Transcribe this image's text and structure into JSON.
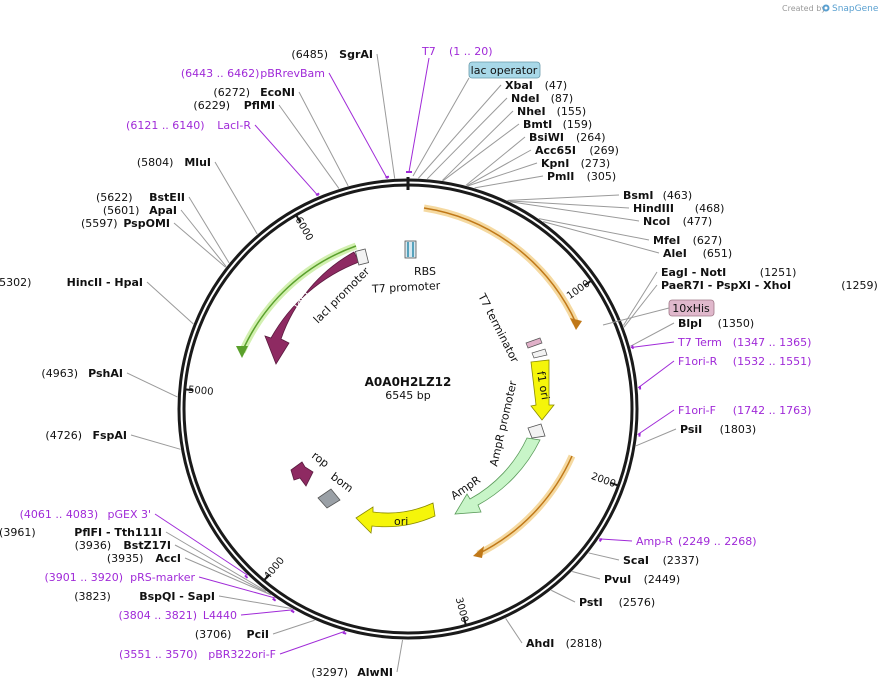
{
  "credit": "Created by",
  "brand": "SnapGene",
  "plasmid": {
    "name": "A0A0H2LZ12",
    "size_label": "6545 bp",
    "length": 6545
  },
  "ticks": [
    {
      "pos": 1000,
      "label": "1000"
    },
    {
      "pos": 2000,
      "label": "2000"
    },
    {
      "pos": 3000,
      "label": "3000"
    },
    {
      "pos": 4000,
      "label": "4000"
    },
    {
      "pos": 5000,
      "label": "5000"
    },
    {
      "pos": 6000,
      "label": "6000"
    }
  ],
  "right_sites": [
    {
      "pos": 47,
      "name": "XbaI",
      "coord": "(47)"
    },
    {
      "pos": 87,
      "name": "NdeI",
      "coord": "(87)"
    },
    {
      "pos": 155,
      "name": "NheI",
      "coord": "(155)"
    },
    {
      "pos": 159,
      "name": "BmtI",
      "coord": "(159)"
    },
    {
      "pos": 264,
      "name": "BsiWI",
      "coord": "(264)"
    },
    {
      "pos": 269,
      "name": "Acc65I",
      "coord": "(269)"
    },
    {
      "pos": 273,
      "name": "KpnI",
      "coord": "(273)"
    },
    {
      "pos": 305,
      "name": "PmlI",
      "coord": "(305)"
    },
    {
      "pos": 463,
      "name": "BsmI",
      "coord": "(463)"
    },
    {
      "pos": 468,
      "name": "HindIII",
      "coord": "(468)"
    },
    {
      "pos": 477,
      "name": "NcoI",
      "coord": "(477)"
    },
    {
      "pos": 627,
      "name": "MfeI",
      "coord": "(627)"
    },
    {
      "pos": 651,
      "name": "AleI",
      "coord": "(651)"
    },
    {
      "pos": 1251,
      "name": "EagI  - NotI",
      "coord": "(1251)"
    },
    {
      "pos": 1259,
      "name": "PaeR7I  - PspXI  - XhoI",
      "coord": "(1259)"
    },
    {
      "pos": 1350,
      "name": "BlpI",
      "coord": "(1350)"
    },
    {
      "pos": 1803,
      "name": "PsiI",
      "coord": "(1803)"
    },
    {
      "pos": 2337,
      "name": "ScaI",
      "coord": "(2337)"
    },
    {
      "pos": 2449,
      "name": "PvuI",
      "coord": "(2449)"
    },
    {
      "pos": 2576,
      "name": "PstI",
      "coord": "(2576)"
    },
    {
      "pos": 2818,
      "name": "AhdI",
      "coord": "(2818)"
    }
  ],
  "right_primers": [
    {
      "pos": 1356,
      "name": "T7 Term",
      "coord": "(1347 .. 1365)"
    },
    {
      "pos": 1541,
      "name": "F1ori-R",
      "coord": "(1532 .. 1551)"
    },
    {
      "pos": 1752,
      "name": "F1ori-F",
      "coord": "(1742 .. 1763)"
    },
    {
      "pos": 2258,
      "name": "Amp-R",
      "coord": "(2249 .. 2268)"
    }
  ],
  "left_sites": [
    {
      "pos": 6485,
      "coord": "(6485)",
      "name": "SgrAI"
    },
    {
      "pos": 6272,
      "coord": "(6272)",
      "name": "EcoNI"
    },
    {
      "pos": 6229,
      "coord": "(6229)",
      "name": "PflMI"
    },
    {
      "pos": 5804,
      "coord": "(5804)",
      "name": "MluI"
    },
    {
      "pos": 5622,
      "coord": "(5622)",
      "name": "BstEII"
    },
    {
      "pos": 5601,
      "coord": "(5601)",
      "name": "ApaI"
    },
    {
      "pos": 5597,
      "coord": "(5597)",
      "name": "PspOMI"
    },
    {
      "pos": 5302,
      "coord": "(5302)",
      "name": "HincII  - HpaI"
    },
    {
      "pos": 4963,
      "coord": "(4963)",
      "name": "PshAI"
    },
    {
      "pos": 4726,
      "coord": "(4726)",
      "name": "FspAI"
    },
    {
      "pos": 3961,
      "coord": "(3961)",
      "name": "PflFI  - Tth111I"
    },
    {
      "pos": 3936,
      "coord": "(3936)",
      "name": "BstZ17I"
    },
    {
      "pos": 3935,
      "coord": "(3935)",
      "name": "AccI"
    },
    {
      "pos": 3823,
      "coord": "(3823)",
      "name": "BspQI  - SapI"
    },
    {
      "pos": 3706,
      "coord": "(3706)",
      "name": "PciI"
    },
    {
      "pos": 3297,
      "coord": "(3297)",
      "name": "AlwNI"
    }
  ],
  "left_primers": [
    {
      "pos": 6452,
      "coord": "(6443 .. 6462)",
      "name": "pBRrevBam"
    },
    {
      "pos": 6130,
      "coord": "(6121 .. 6140)",
      "name": "LacI-R"
    },
    {
      "pos": 4072,
      "coord": "(4061 .. 4083)",
      "name": "pGEX 3'"
    },
    {
      "pos": 3910,
      "coord": "(3901 .. 3920)",
      "name": "pRS-marker"
    },
    {
      "pos": 3812,
      "coord": "(3804 .. 3821)",
      "name": "L4440"
    },
    {
      "pos": 3560,
      "coord": "(3551 .. 3570)",
      "name": "pBR322ori-F"
    }
  ],
  "top_primer": {
    "name": "T7",
    "coord": "(1 .. 20)"
  },
  "boxed_features": {
    "lac_operator": "lac operator",
    "his_tag": "10xHis"
  },
  "features": {
    "rbs": "RBS",
    "t7_promoter": "T7 promoter",
    "laci_promoter": "lacI promoter",
    "laci": "lacI",
    "t7_terminator": "T7 terminator",
    "f1_ori": "f1 ori",
    "ampr_promoter": "AmpR promoter",
    "ampr": "AmpR",
    "ori": "ori",
    "rop": "rop",
    "bom": "bom"
  },
  "colors": {
    "backbone": "#1a1a1a",
    "laci": "#8e2a62",
    "promoter": "#f2f2f2",
    "f1_ori": "#f5f50a",
    "ampr": "#c8f5c8",
    "ori": "#f5f50a",
    "bom": "#9aa0a6",
    "orf_arc": "#c07818",
    "orf_glow": "#f5d9a0",
    "green_arc": "#5aa02c",
    "green_glow": "#d2f0b0",
    "primer": "#a02ad8",
    "lac_operator_box": "#a8d8e8",
    "his_box": "#e0b8cc"
  }
}
